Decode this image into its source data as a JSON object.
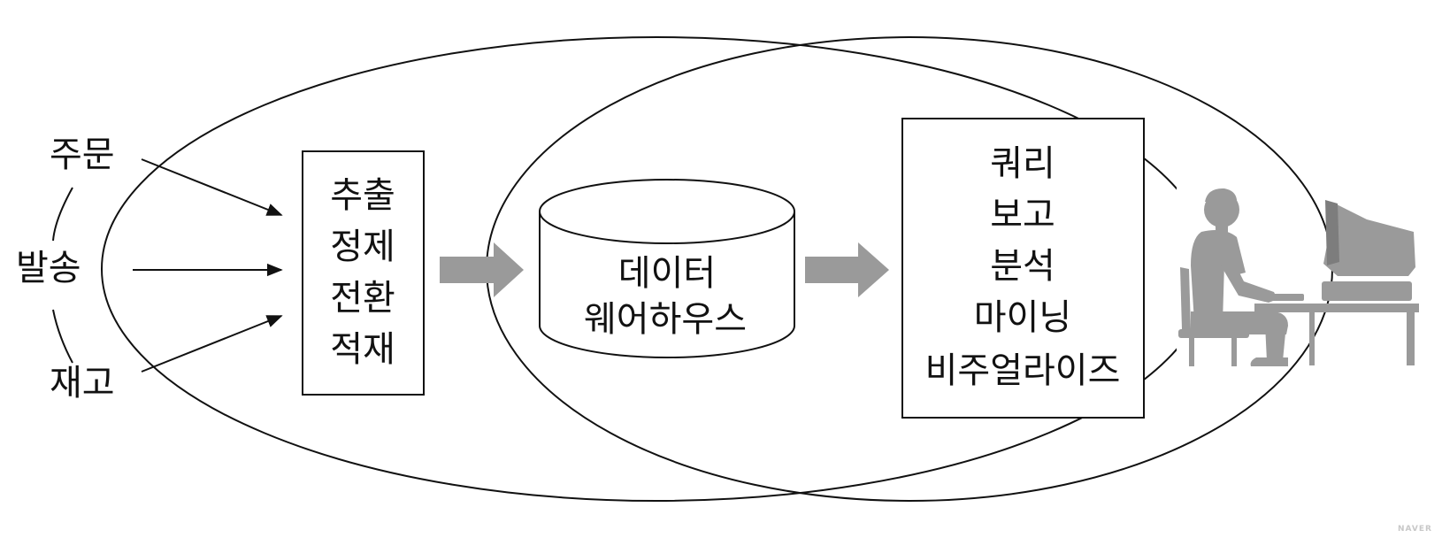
{
  "sources": {
    "order": "주문",
    "shipping": "발송",
    "inventory": "재고"
  },
  "etl_steps": [
    "추출",
    "정제",
    "전환",
    "적재"
  ],
  "warehouse": {
    "line1": "데이터",
    "line2": "웨어하우스"
  },
  "analysis_items": [
    "쿼리",
    "보고",
    "분석",
    "마이닝",
    "비주얼라이즈"
  ],
  "watermark": "NAVER",
  "icons": {
    "user": "person-at-computer-icon"
  },
  "colors": {
    "stroke": "#111111",
    "arrow_fill": "#9a9a9a",
    "silhouette": "#9a9a9a"
  }
}
